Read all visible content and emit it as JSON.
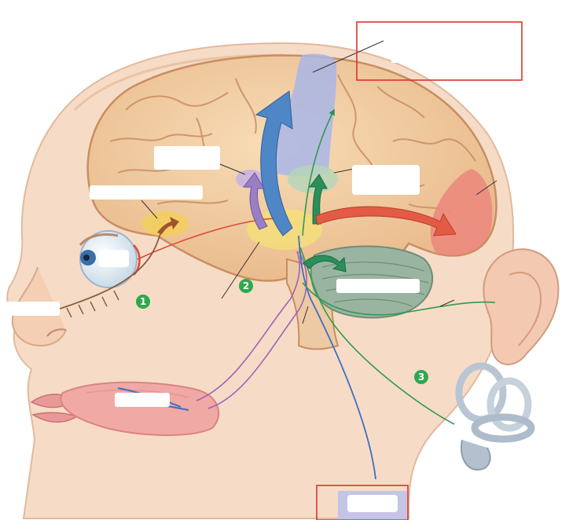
{
  "steps": [
    {
      "label": "1",
      "color": "#2fa84f"
    },
    {
      "label": "2",
      "color": "#2fa84f"
    },
    {
      "label": "3",
      "color": "#2fa84f"
    }
  ],
  "colors": {
    "skin": "#f6dcc6",
    "skin_shade": "#e8b89a",
    "brain": "#f3cfa3",
    "brain_fold": "#c98d62",
    "motor_cortex": "#a9b6e6",
    "visual_cortex": "#ec8a7d",
    "cerebellum": "#9ab4a2",
    "thalamus": "#f4de7a",
    "arrow_blue": "#4f86c6",
    "arrow_purple": "#9a7fc7",
    "arrow_green": "#2a8f5a",
    "arrow_red": "#e35a45",
    "nerve_green": "#2e9b4f",
    "nerve_purple": "#a160b8",
    "nerve_blue": "#3d6fbf",
    "nerve_red": "#e0463c",
    "nerve_brown": "#8a5a3c",
    "label_box": "#d9362f"
  },
  "icons": [
    "eye-icon",
    "ear-icon",
    "tongue-icon",
    "nose-icon",
    "inner-ear-icon"
  ]
}
